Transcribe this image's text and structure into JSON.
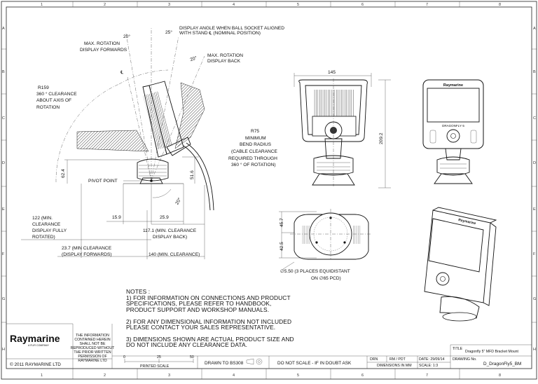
{
  "grid": {
    "columns": [
      "1",
      "2",
      "3",
      "4",
      "5",
      "6",
      "7",
      "8"
    ],
    "rows": [
      "A",
      "B",
      "C",
      "D",
      "E",
      "F",
      "G",
      "H"
    ]
  },
  "side_view": {
    "angle_25": "25°",
    "angle_20_forward": "20°",
    "label_forward_1": "MAX. ROTATION",
    "label_forward_2": "DISPLAY FORWARDS",
    "label_display_angle_1": "DISPLAY ANGLE WHEN BALL SOCKET ALIGNED",
    "label_display_angle_2": "WITH STAND ℄ (NOMINAL POSITION)",
    "angle_20_back": "20°",
    "label_back_1": "MAX. ROTATION",
    "label_back_2": "DISPLAY BACK",
    "centerline_symbol": "℄",
    "r159_1": "R159",
    "r159_2": "360 ° CLEARANCE",
    "r159_3": "ABOUT AXIS OF",
    "r159_4": "ROTATION",
    "r75_1": "R75",
    "r75_2": "MINIMUM",
    "r75_3": "BEND RADIUS",
    "r75_4": "(CABLE CLEARANCE",
    "r75_5": "REQUIRED THROUGH",
    "r75_6": "360 ° OF ROTATION)",
    "dim_62_4": "62.4",
    "dim_51_6": "51.6",
    "pivot": "PIVOT POINT",
    "angle_20_pivot": "20°",
    "dim_15_9": "15.9",
    "dim_25_9": "25.9",
    "c122_1": "122 (MIN.",
    "c122_2": "CLEARANCE",
    "c122_3": "DISPLAY FULLY",
    "c122_4": "ROTATED)",
    "c117_1": "117.1 (MIN. CLEARANCE",
    "c117_2": "DISPLAY BACK)",
    "c23_1": "23.7  (MIN CLEARANCE",
    "c23_2": "(DISPLAY FORWARDS)",
    "c140": "140 (MIN. CLEARANCE)"
  },
  "rear_view": {
    "width": "145",
    "height": "209.2"
  },
  "top_view": {
    "dim_45_7": "45.7",
    "dim_42_5": "42.5",
    "holes_1": "∅5.50 (3 PLACES EQUIDISTANT",
    "holes_2": "ON  ∅65 PCD)"
  },
  "brand": {
    "name": "Raymarine",
    "tagline": "A FLIR COMPANY"
  },
  "notes": {
    "heading": "NOTES :",
    "n1_a": "1) FOR INFORMATION ON CONNECTIONS AND PRODUCT",
    "n1_b": "SPECIFICATIONS, PLEASE REFER TO HANDBOOK,",
    "n1_c": "PRODUCT SUPPORT AND WORKSHOP MANUALS.",
    "n2_a": "2) FOR ANY DIMENSIONAL INFORMATION NOT INCLUDED",
    "n2_b": "PLEASE CONTACT YOUR SALES REPRESENTATIVE.",
    "n3_a": "3) DIMENSIONS SHOWN ARE ACTUAL PRODUCT SIZE AND",
    "n3_b": "DO NOT INCLUDE ANY CLEARANCE DATA."
  },
  "title_block": {
    "info_1": "THE INFORMATION",
    "info_2": "CONTAINED HEREIN",
    "info_3": "SHALL NOT BE",
    "info_4": "REPRODUCED WITHOUT",
    "info_5": "THE PRIOR WRITTEN",
    "info_6": "PERMISSION OF",
    "info_7": "RAYMARINE LTD",
    "copyright": "© 2011 RAYMARINE LTD",
    "scale_ticks": [
      "0",
      "25",
      "50"
    ],
    "printed_scale": "PRINTED SCALE",
    "drawn_to": "DRAWN TO BS308",
    "do_not_scale": "DO NOT SCALE - IF IN DOUBT ASK",
    "drn": "DRN",
    "rm_pdt": "RM / PDT",
    "dims_in_mm": "DIMENSIONS IN MM",
    "date": "DATE: 29/09/14",
    "scale": "SCALE:  1:3",
    "drawing_no_label": "DRAWING No.",
    "drawing_no": "D_DragonFly5_BM",
    "title_label": "TITLE",
    "title": "Dragonfly 5\" MFD Bracket Mount"
  },
  "device": {
    "brand_text": "Raymarine",
    "model_text": "DRAGONFLY·5"
  }
}
